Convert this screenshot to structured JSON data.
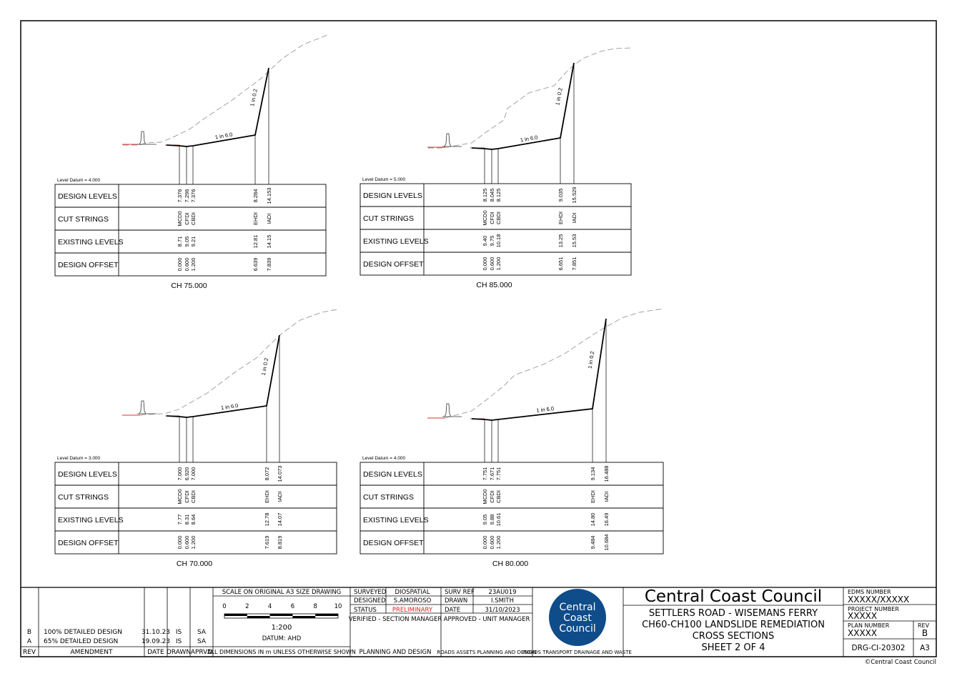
{
  "row_labels": [
    "DESIGN LEVELS",
    "CUT STRINGS",
    "EXISTING LEVELS",
    "DESIGN OFFSET"
  ],
  "sections": [
    {
      "chainage": "CH 75.000",
      "datum": "Level Datum = 4.000",
      "slope_bench": "1 in 6.0",
      "slope_face": "1 in 0.2",
      "columns": [
        {
          "design": "7.376",
          "string": "MCD0",
          "existing": "8.71",
          "offset": "0.000"
        },
        {
          "design": "7.296",
          "string": "CFDI",
          "existing": "9.05",
          "offset": "0.600"
        },
        {
          "design": "7.376",
          "string": "CBDI",
          "existing": "9.21",
          "offset": "1.200"
        },
        {
          "design": "8.284",
          "string": "EHDI",
          "existing": "12.81",
          "offset": "6.639"
        },
        {
          "design": "14.153",
          "string": "IADI",
          "existing": "14.15",
          "offset": "7.839"
        }
      ]
    },
    {
      "chainage": "CH 85.000",
      "datum": "Level Datum = 5.000",
      "slope_bench": "1 in 6.0",
      "slope_face": "1 in 0.2",
      "columns": [
        {
          "design": "8.125",
          "string": "MCD0",
          "existing": "9.40",
          "offset": "0.000"
        },
        {
          "design": "8.045",
          "string": "CFDI",
          "existing": "9.75",
          "offset": "0.600"
        },
        {
          "design": "8.125",
          "string": "CBDI",
          "existing": "10.18",
          "offset": "1.200"
        },
        {
          "design": "9.035",
          "string": "EHDI",
          "existing": "13.25",
          "offset": "6.651"
        },
        {
          "design": "15.529",
          "string": "IADI",
          "existing": "15.53",
          "offset": "7.851"
        }
      ]
    },
    {
      "chainage": "CH 70.000",
      "datum": "Level Datum = 3.000",
      "slope_bench": "1 in 6.0",
      "slope_face": "1 in 0.2",
      "columns": [
        {
          "design": "7.000",
          "string": "MCD0",
          "existing": "7.77",
          "offset": "0.000"
        },
        {
          "design": "6.920",
          "string": "CFDI",
          "existing": "8.31",
          "offset": "0.600"
        },
        {
          "design": "7.000",
          "string": "CBDI",
          "existing": "8.64",
          "offset": "1.200"
        },
        {
          "design": "8.072",
          "string": "EHDI",
          "existing": "12.78",
          "offset": "7.619"
        },
        {
          "design": "14.073",
          "string": "IADI",
          "existing": "14.07",
          "offset": "8.819"
        }
      ]
    },
    {
      "chainage": "CH 80.000",
      "datum": "Level Datum = 4.000",
      "slope_bench": "1 in 6.0",
      "slope_face": "1 in 0.2",
      "columns": [
        {
          "design": "7.751",
          "string": "MCD0",
          "existing": "9.05",
          "offset": "0.000"
        },
        {
          "design": "7.671",
          "string": "CFDI",
          "existing": "9.88",
          "offset": "0.600"
        },
        {
          "design": "7.751",
          "string": "CBDI",
          "existing": "10.61",
          "offset": "1.200"
        },
        {
          "design": "9.134",
          "string": "EHDI",
          "existing": "14.80",
          "offset": "9.484"
        },
        {
          "design": "16.488",
          "string": "IADI",
          "existing": "16.49",
          "offset": "10.684"
        }
      ]
    }
  ],
  "title_block": {
    "revisions": [
      {
        "rev": "B",
        "amendment": "100% DETAILED DESIGN",
        "date": "31.10.23",
        "drawn": "IS",
        "aprvd": "SA"
      },
      {
        "rev": "A",
        "amendment": "65% DETAILED DESIGN",
        "date": "19.09.23",
        "drawn": "IS",
        "aprvd": "SA"
      }
    ],
    "rev_headers": {
      "rev": "REV",
      "amendment": "AMENDMENT",
      "date": "DATE",
      "drawn": "DRAWN",
      "aprvd": "APRVD"
    },
    "scale": {
      "heading": "SCALE ON ORIGINAL A3 SIZE DRAWING",
      "ticks": [
        "0",
        "2",
        "4",
        "6",
        "8",
        "10"
      ],
      "ratio": "1:200",
      "datum": "DATUM: AHD",
      "note": "ALL DIMENSIONS IN m UNLESS OTHERWISE SHOWN"
    },
    "surveyed_label": "SURVEYED",
    "surveyed": "DIOSPATIAL",
    "designed_label": "DESIGNED",
    "designed": "S.AMOROSO",
    "status_label": "STATUS",
    "status": "PRELIMINARY",
    "status_color": "#e02020",
    "verified": "VERIFIED - SECTION MANAGER",
    "planning": "PLANNING AND DESIGN",
    "surv_ref_label": "SURV REF",
    "surv_ref": "23AU019",
    "drawn_label": "DRAWN",
    "drawn": "I.SMITH",
    "date_label": "DATE",
    "date": "31/10/2023",
    "approved": "APPROVED - UNIT MANAGER",
    "roads_assets": "ROADS ASSETS PLANNING AND DESIGN",
    "roads_transport": "ROADS TRANSPORT DRAINAGE AND WASTE",
    "logo_lines": [
      "Central",
      "Coast",
      "Council"
    ],
    "logo_color": "#0f4c8a",
    "org": "Central Coast Council",
    "project_lines": [
      "SETTLERS ROAD - WISEMANS FERRY",
      "CH60-CH100 LANDSLIDE REMEDIATION",
      "CROSS SECTIONS",
      "SHEET 2 OF 4"
    ],
    "edms_label": "EDMS NUMBER",
    "edms": "XXXXX/XXXXX",
    "project_label": "PROJECT NUMBER",
    "project_number": "XXXXX",
    "plan_label": "PLAN NUMBER",
    "plan_number": "XXXXX",
    "rev_label": "REV",
    "rev": "B",
    "drawing_number": "DRG-CI-20302",
    "sheet_size": "A3",
    "copyright": "©Central Coast Council"
  }
}
